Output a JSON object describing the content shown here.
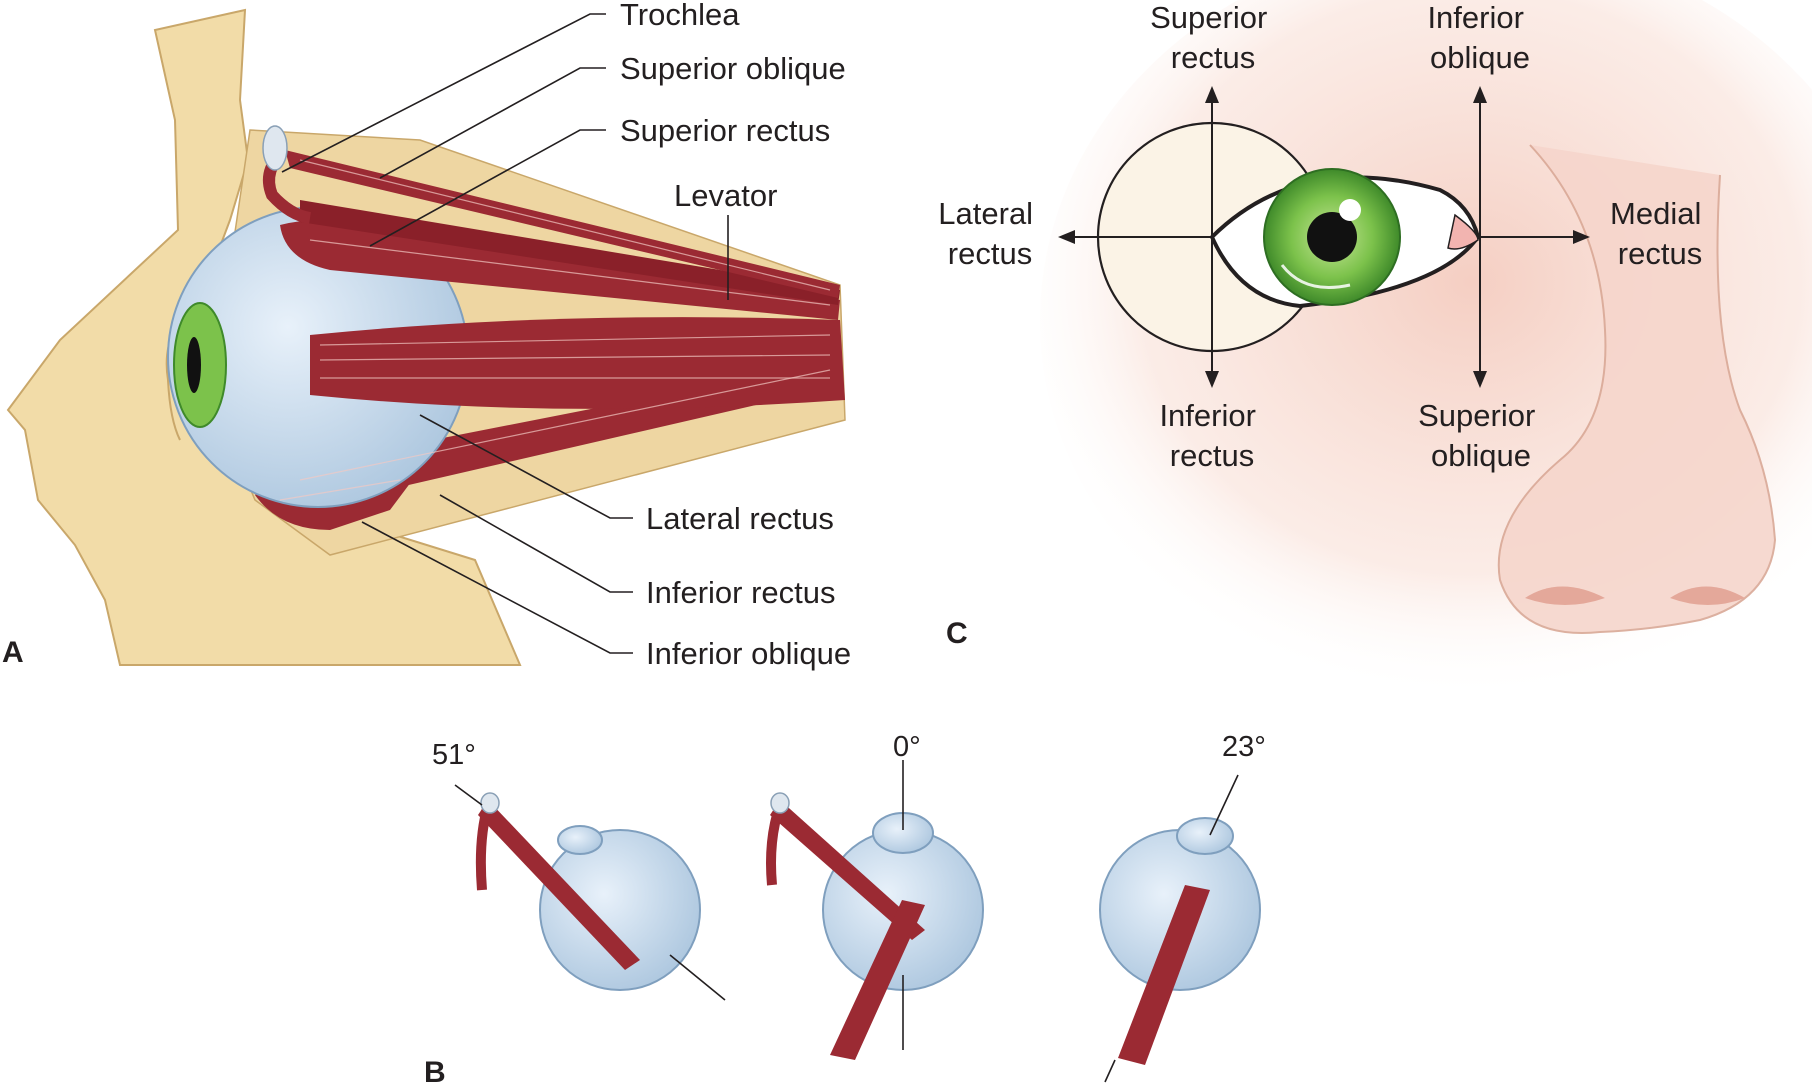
{
  "panels": {
    "a": "A",
    "b": "B",
    "c": "C"
  },
  "panel_a": {
    "trochlea": "Trochlea",
    "superior_oblique": "Superior oblique",
    "superior_rectus": "Superior rectus",
    "levator": "Levator",
    "lateral_rectus": "Lateral rectus",
    "inferior_rectus": "Inferior rectus",
    "inferior_oblique": "Inferior oblique"
  },
  "panel_b": {
    "angle_left": "51°",
    "angle_middle": "0°",
    "angle_right": "23°"
  },
  "panel_c": {
    "superior_rectus": [
      "Superior",
      "rectus"
    ],
    "inferior_oblique": [
      "Inferior",
      "oblique"
    ],
    "lateral_rectus": [
      "Lateral",
      "rectus"
    ],
    "medial_rectus": [
      "Medial",
      "rectus"
    ],
    "inferior_rectus": [
      "Inferior",
      "rectus"
    ],
    "superior_oblique": [
      "Superior",
      "oblique"
    ]
  },
  "colors": {
    "skin": "#f2dca8",
    "skin_outline": "#c9a76a",
    "muscle": "#9b2a33",
    "muscle_dark": "#7a1c25",
    "globe": "#cfe0ef",
    "iris": "#6cbf3f",
    "nose_skin": "#f7dcd3"
  }
}
